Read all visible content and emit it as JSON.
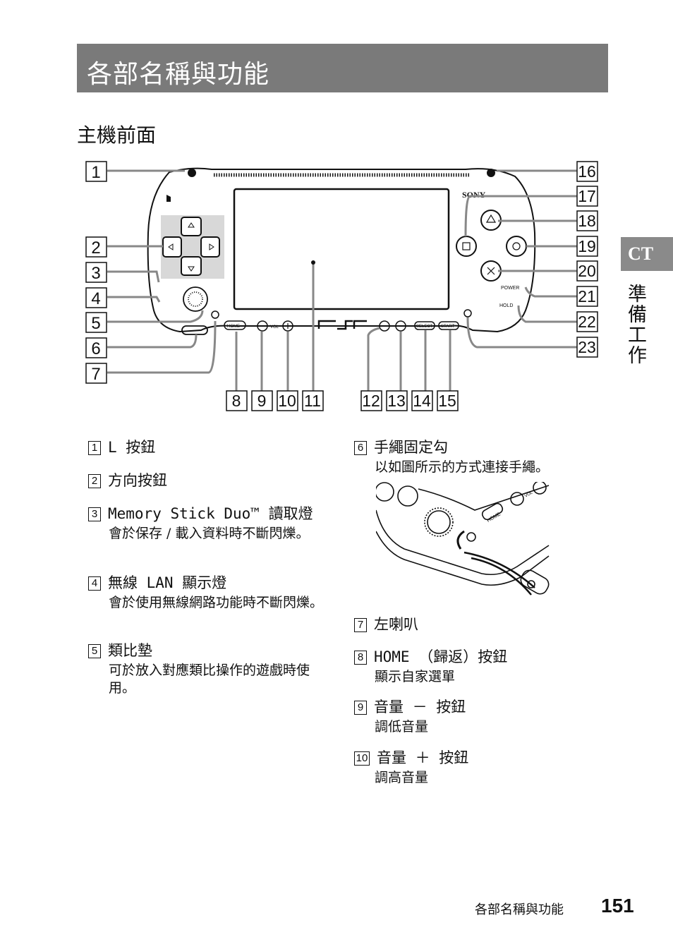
{
  "header": {
    "title": "各部名稱與功能",
    "section": "主機前面"
  },
  "side_tab": {
    "code": "CT",
    "label": "準備工作"
  },
  "diagram": {
    "callouts_left": [
      "1",
      "2",
      "3",
      "4",
      "5",
      "6",
      "7"
    ],
    "callouts_right": [
      "16",
      "17",
      "18",
      "19",
      "20",
      "21",
      "22",
      "23"
    ],
    "callouts_bottom": [
      "8",
      "9",
      "10",
      "11",
      "12",
      "13",
      "14",
      "15"
    ],
    "device_labels": {
      "brand": "SONY",
      "logo": "PSP",
      "home": "HOME",
      "vol": "VOL",
      "select": "SELECT",
      "start": "START",
      "power": "POWER",
      "hold": "HOLD"
    }
  },
  "items_left": [
    {
      "num": "1",
      "title": "L 按鈕",
      "desc": ""
    },
    {
      "num": "2",
      "title": "方向按鈕",
      "desc": ""
    },
    {
      "num": "3",
      "title": "Memory Stick Duo™ 讀取燈",
      "desc": "會於保存 / 載入資料時不斷閃爍。"
    },
    {
      "num": "4",
      "title": "無線 LAN 顯示燈",
      "desc": "會於使用無線網路功能時不斷閃爍。"
    },
    {
      "num": "5",
      "title": "類比墊",
      "desc": "可於放入對應類比操作的遊戲時使用。"
    }
  ],
  "items_right": [
    {
      "num": "6",
      "title": "手繩固定勾",
      "desc": "以如圖所示的方式連接手繩。"
    },
    {
      "num": "7",
      "title": "左喇叭",
      "desc": ""
    },
    {
      "num": "8",
      "title": "HOME （歸返）按鈕",
      "desc": "顯示自家選單"
    },
    {
      "num": "9",
      "title": "音量 － 按鈕",
      "desc": "調低音量"
    },
    {
      "num": "10",
      "title": "音量 ＋ 按鈕",
      "desc": "調高音量"
    }
  ],
  "strap_photo": {
    "home": "HOME",
    "vol": "VOL"
  },
  "footer": {
    "section_name": "各部名稱與功能",
    "page_number": "151"
  }
}
